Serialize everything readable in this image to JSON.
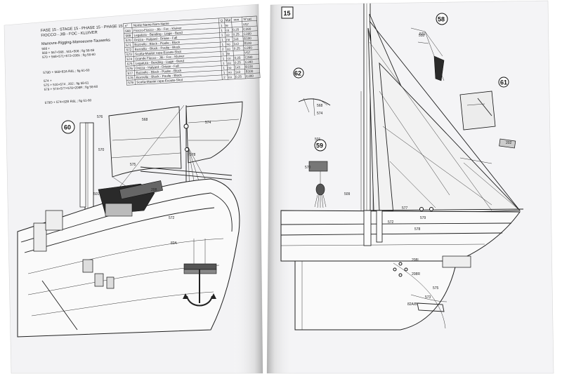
{
  "left_page": {
    "phase_header": "FASE 15 - STAGE 15 - PHASE 15 - PHASE 15",
    "subheader": "FIOCCO - JIB - FOC - KLUIVER",
    "rigging_title": "Manovre-Rigging-Manoeuvre-Tauwerks",
    "rigging_lines": [
      "568 +",
      "569 + 567+568 , 501+508 ; fig 58-59",
      "570 + 568+571+572+208L ; fig 58-60",
      "",
      "",
      "",
      "579D + 568+82A R&L ; fig 61-60",
      "",
      "574 +",
      "575 + 510+574 , 202 ; fig 58-61",
      "579 + 574+577+578+208R ; fig 58-60"
    ],
    "footer_line": "579D + 574+82B R&L ; fig 61-60",
    "table": {
      "headers": [
        "n°",
        "Nome-Name-Nom-Name",
        "Q",
        "Mat",
        "mm",
        "N°cat"
      ],
      "rows": [
        [
          "568",
          "Fiocco-Fiocco - Jib - Foc - Kluiver",
          "1",
          "te",
          "",
          "V57"
        ],
        [
          "569",
          "Legatura - Bending - Liage - Bend",
          "1",
          "co",
          "0,25",
          "C280"
        ],
        [
          "570",
          "Drizza - Halyard - Drisse - Fall",
          "1",
          "co",
          "0,25",
          "C280"
        ],
        [
          "571",
          "Bozzello - Block - Poulie - Block",
          "1",
          "no",
          "1x3",
          "B100"
        ],
        [
          "572",
          "Bozzello - Block - Poulie - Block",
          "1",
          "no",
          "1x3",
          "B100"
        ],
        [
          "573",
          "Scotta-Master rope-Ecoute-Shot",
          "2",
          "co",
          "0,25",
          "C280"
        ],
        [
          "574",
          "Grande Fiocco - Jib - Foc - Kluiver",
          "1",
          "te",
          "",
          "V57"
        ],
        [
          "575",
          "Legatura - Bending - Liage - Bend",
          "1",
          "co",
          "0,25",
          "C280"
        ],
        [
          "576",
          "Drizza - Halyard - Drisse - Fall",
          "1",
          "co",
          "0,25",
          "C280"
        ],
        [
          "577",
          "Bozzello - Block - Poulie - Block",
          "1",
          "no",
          "1x3",
          "B100"
        ],
        [
          "578",
          "Bozzello - Block - Poulie - Block",
          "1",
          "no",
          "1x3",
          "B100"
        ],
        [
          "579",
          "Scotta-Master rope-Ecoute-Shot",
          "2",
          "co",
          "0,25",
          "C280"
        ]
      ]
    },
    "figure_number": "60",
    "labels": {
      "l576": "576",
      "l568": "568",
      "l574": "574",
      "l570": "570",
      "l578": "578",
      "l575": "575",
      "l501": "501",
      "l208": "208",
      "l572": "572",
      "l82a": "82A"
    }
  },
  "right_page": {
    "page_number": "15",
    "figures": {
      "f58": "58",
      "f61": "61",
      "f62": "62",
      "f59": "59"
    },
    "labels": {
      "l568": "568",
      "l574": "574",
      "l509": "509",
      "l570": "570",
      "l571": "571",
      "l577": "577",
      "l578": "578",
      "l579": "579",
      "l572": "572",
      "l208l": "208L",
      "l208r": "208R",
      "l575": "575",
      "l82ab": "82A/B",
      "l510": "510",
      "l573": "573",
      "l202": "202",
      "l501": "501"
    }
  }
}
